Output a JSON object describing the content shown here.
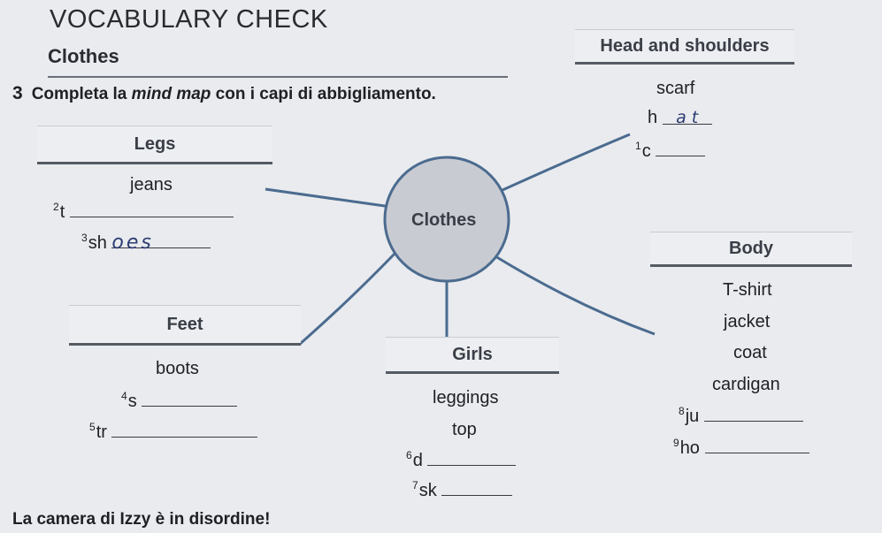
{
  "header": {
    "title": "VOCABULARY CHECK",
    "section": "Clothes"
  },
  "exercise": {
    "number": "3",
    "text_before": "Completa la ",
    "text_italic": "mind map",
    "text_after": " con i capi di abbigliamento."
  },
  "center": {
    "label": "Clothes"
  },
  "branches": {
    "legs": {
      "label": "Legs",
      "items": [
        "jeans"
      ],
      "gap2_num": "2",
      "gap2_prefix": "t",
      "gap3_num": "3",
      "gap3_prefix": "sh",
      "gap3_answer": "oes"
    },
    "feet": {
      "label": "Feet",
      "items": [
        "boots"
      ],
      "gap4_num": "4",
      "gap4_prefix": "s",
      "gap5_num": "5",
      "gap5_prefix": "tr"
    },
    "girls": {
      "label": "Girls",
      "items": [
        "leggings",
        "top"
      ],
      "gap6_num": "6",
      "gap6_prefix": "d",
      "gap7_num": "7",
      "gap7_prefix": "sk"
    },
    "body": {
      "label": "Body",
      "items": [
        "T-shirt",
        "jacket",
        "coat",
        "cardigan"
      ],
      "gap8_num": "8",
      "gap8_prefix": "ju",
      "gap9_num": "9",
      "gap9_prefix": "ho"
    },
    "head": {
      "label": "Head and shoulders",
      "items": [
        "scarf"
      ],
      "hat_prefix": "h",
      "hat_answer": "a t",
      "gap1_num": "1",
      "gap1_prefix": "c"
    }
  },
  "footer": {
    "text": "La camera di Izzy è in disordine!"
  }
}
